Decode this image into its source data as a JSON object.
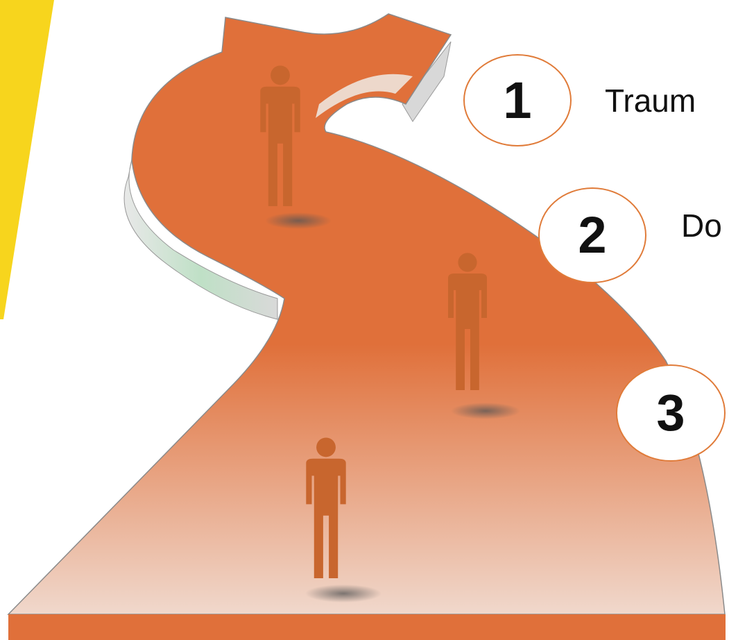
{
  "diagram": {
    "steps": [
      {
        "number": "1",
        "text": "Traum"
      },
      {
        "number": "2",
        "text": "Do"
      },
      {
        "number": "3",
        "text": ""
      }
    ]
  },
  "colors": {
    "road": "#e0703a",
    "road_light": "#f0d8cc",
    "road_edge": "#c8c8c8",
    "person": "#c8662e",
    "accent_yellow": "#f7d51d",
    "circle_border": "#e07b39"
  },
  "icons": [
    "person-icon"
  ]
}
